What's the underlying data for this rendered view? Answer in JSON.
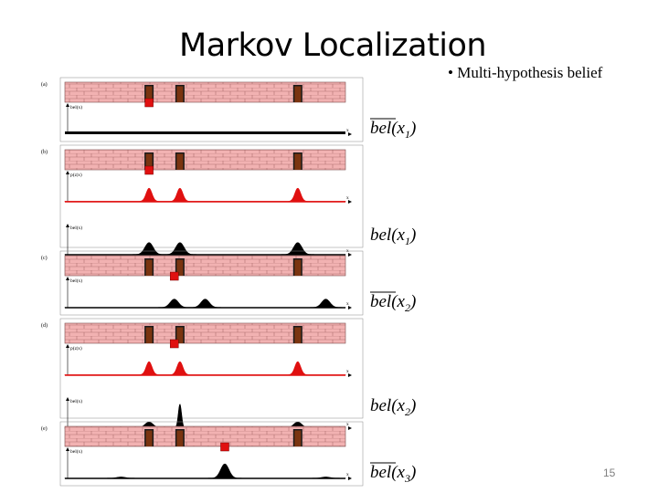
{
  "slide": {
    "title": "Markov Localization",
    "bullet": "Multi-hypothesis belief",
    "page_number": "15"
  },
  "colors": {
    "wall": "#f2b2b2",
    "brick_line": "#b07070",
    "door": "#7a3410",
    "robot": "#e01010",
    "observation": "#e01010",
    "belief": "#000000"
  },
  "doors_x": [
    0.3,
    0.41,
    0.83
  ],
  "panels": [
    {
      "label": "(a)",
      "robot_x": 0.3,
      "plots": [
        {
          "type": "belief",
          "label": "bel(x)",
          "axis": "x",
          "peaks": [],
          "uniform": true
        }
      ],
      "formula": {
        "base": "bel",
        "arg": "x",
        "sub": "1",
        "bar": true
      }
    },
    {
      "label": "(b)",
      "robot_x": 0.3,
      "plots": [
        {
          "type": "observation",
          "label": "p(z|x)",
          "axis": "x",
          "peaks": [
            {
              "x": 0.3,
              "h": 0.55
            },
            {
              "x": 0.41,
              "h": 0.55
            },
            {
              "x": 0.83,
              "h": 0.55
            }
          ]
        },
        {
          "type": "belief",
          "label": "bel(x)",
          "axis": "x",
          "peaks": [
            {
              "x": 0.3,
              "h": 0.5
            },
            {
              "x": 0.41,
              "h": 0.5
            },
            {
              "x": 0.83,
              "h": 0.5
            }
          ]
        }
      ],
      "formula": {
        "base": "bel",
        "arg": "x",
        "sub": "1",
        "bar": false
      }
    },
    {
      "label": "(c)",
      "robot_x": 0.39,
      "plots": [
        {
          "type": "belief",
          "label": "bel(x)",
          "axis": "x",
          "peaks": [
            {
              "x": 0.39,
              "h": 0.35
            },
            {
              "x": 0.5,
              "h": 0.35
            },
            {
              "x": 0.93,
              "h": 0.35
            }
          ]
        }
      ],
      "formula": {
        "base": "bel",
        "arg": "x",
        "sub": "2",
        "bar": true
      }
    },
    {
      "label": "(d)",
      "robot_x": 0.39,
      "plots": [
        {
          "type": "observation",
          "label": "p(z|x)",
          "axis": "x",
          "peaks": [
            {
              "x": 0.3,
              "h": 0.55
            },
            {
              "x": 0.41,
              "h": 0.55
            },
            {
              "x": 0.83,
              "h": 0.55
            }
          ]
        },
        {
          "type": "belief",
          "label": "bel(x)",
          "axis": "x",
          "peaks": [
            {
              "x": 0.3,
              "h": 0.25
            },
            {
              "x": 0.41,
              "h": 1.0
            },
            {
              "x": 0.83,
              "h": 0.25
            }
          ]
        }
      ],
      "formula": {
        "base": "bel",
        "arg": "x",
        "sub": "2",
        "bar": false
      }
    },
    {
      "label": "(e)",
      "robot_x": 0.57,
      "plots": [
        {
          "type": "belief",
          "label": "bel(x)",
          "axis": "x",
          "peaks": [
            {
              "x": 0.2,
              "h": 0.05
            },
            {
              "x": 0.57,
              "h": 0.6
            },
            {
              "x": 0.93,
              "h": 0.05
            }
          ]
        }
      ],
      "formula": {
        "base": "bel",
        "arg": "x",
        "sub": "3",
        "bar": true
      }
    }
  ]
}
